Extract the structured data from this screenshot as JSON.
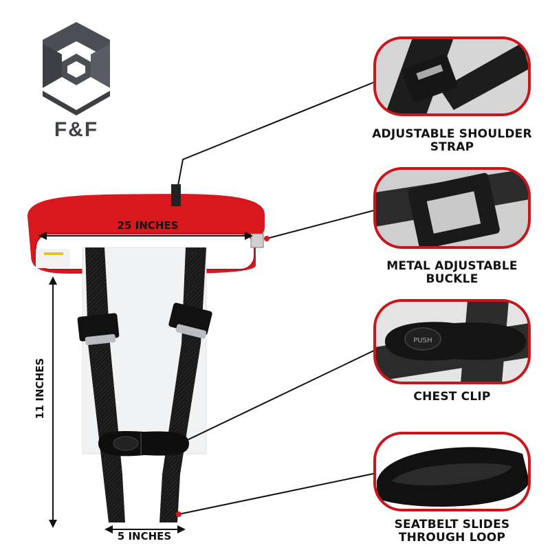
{
  "brand": {
    "name": "F&F",
    "color": "#4b4f55"
  },
  "colors": {
    "strap_red": "#d9181e",
    "strap_black": "#151515",
    "frame_red": "#c8161c",
    "line": "#111111"
  },
  "dimensions": {
    "waist": "25 INCHES",
    "height": "11 INCHES",
    "width": "5 INCHES"
  },
  "callouts": [
    {
      "id": "shoulder",
      "line1": "ADJUSTABLE SHOULDER",
      "line2": "STRAP"
    },
    {
      "id": "buckle",
      "line1": "METAL ADJUSTABLE",
      "line2": "BUCKLE"
    },
    {
      "id": "clip",
      "line1": "CHEST CLIP",
      "line2": ""
    },
    {
      "id": "loop",
      "line1": "SEATBELT SLIDES",
      "line2": "THROUGH LOOP"
    }
  ],
  "clip_text": {
    "push": "PUSH"
  }
}
